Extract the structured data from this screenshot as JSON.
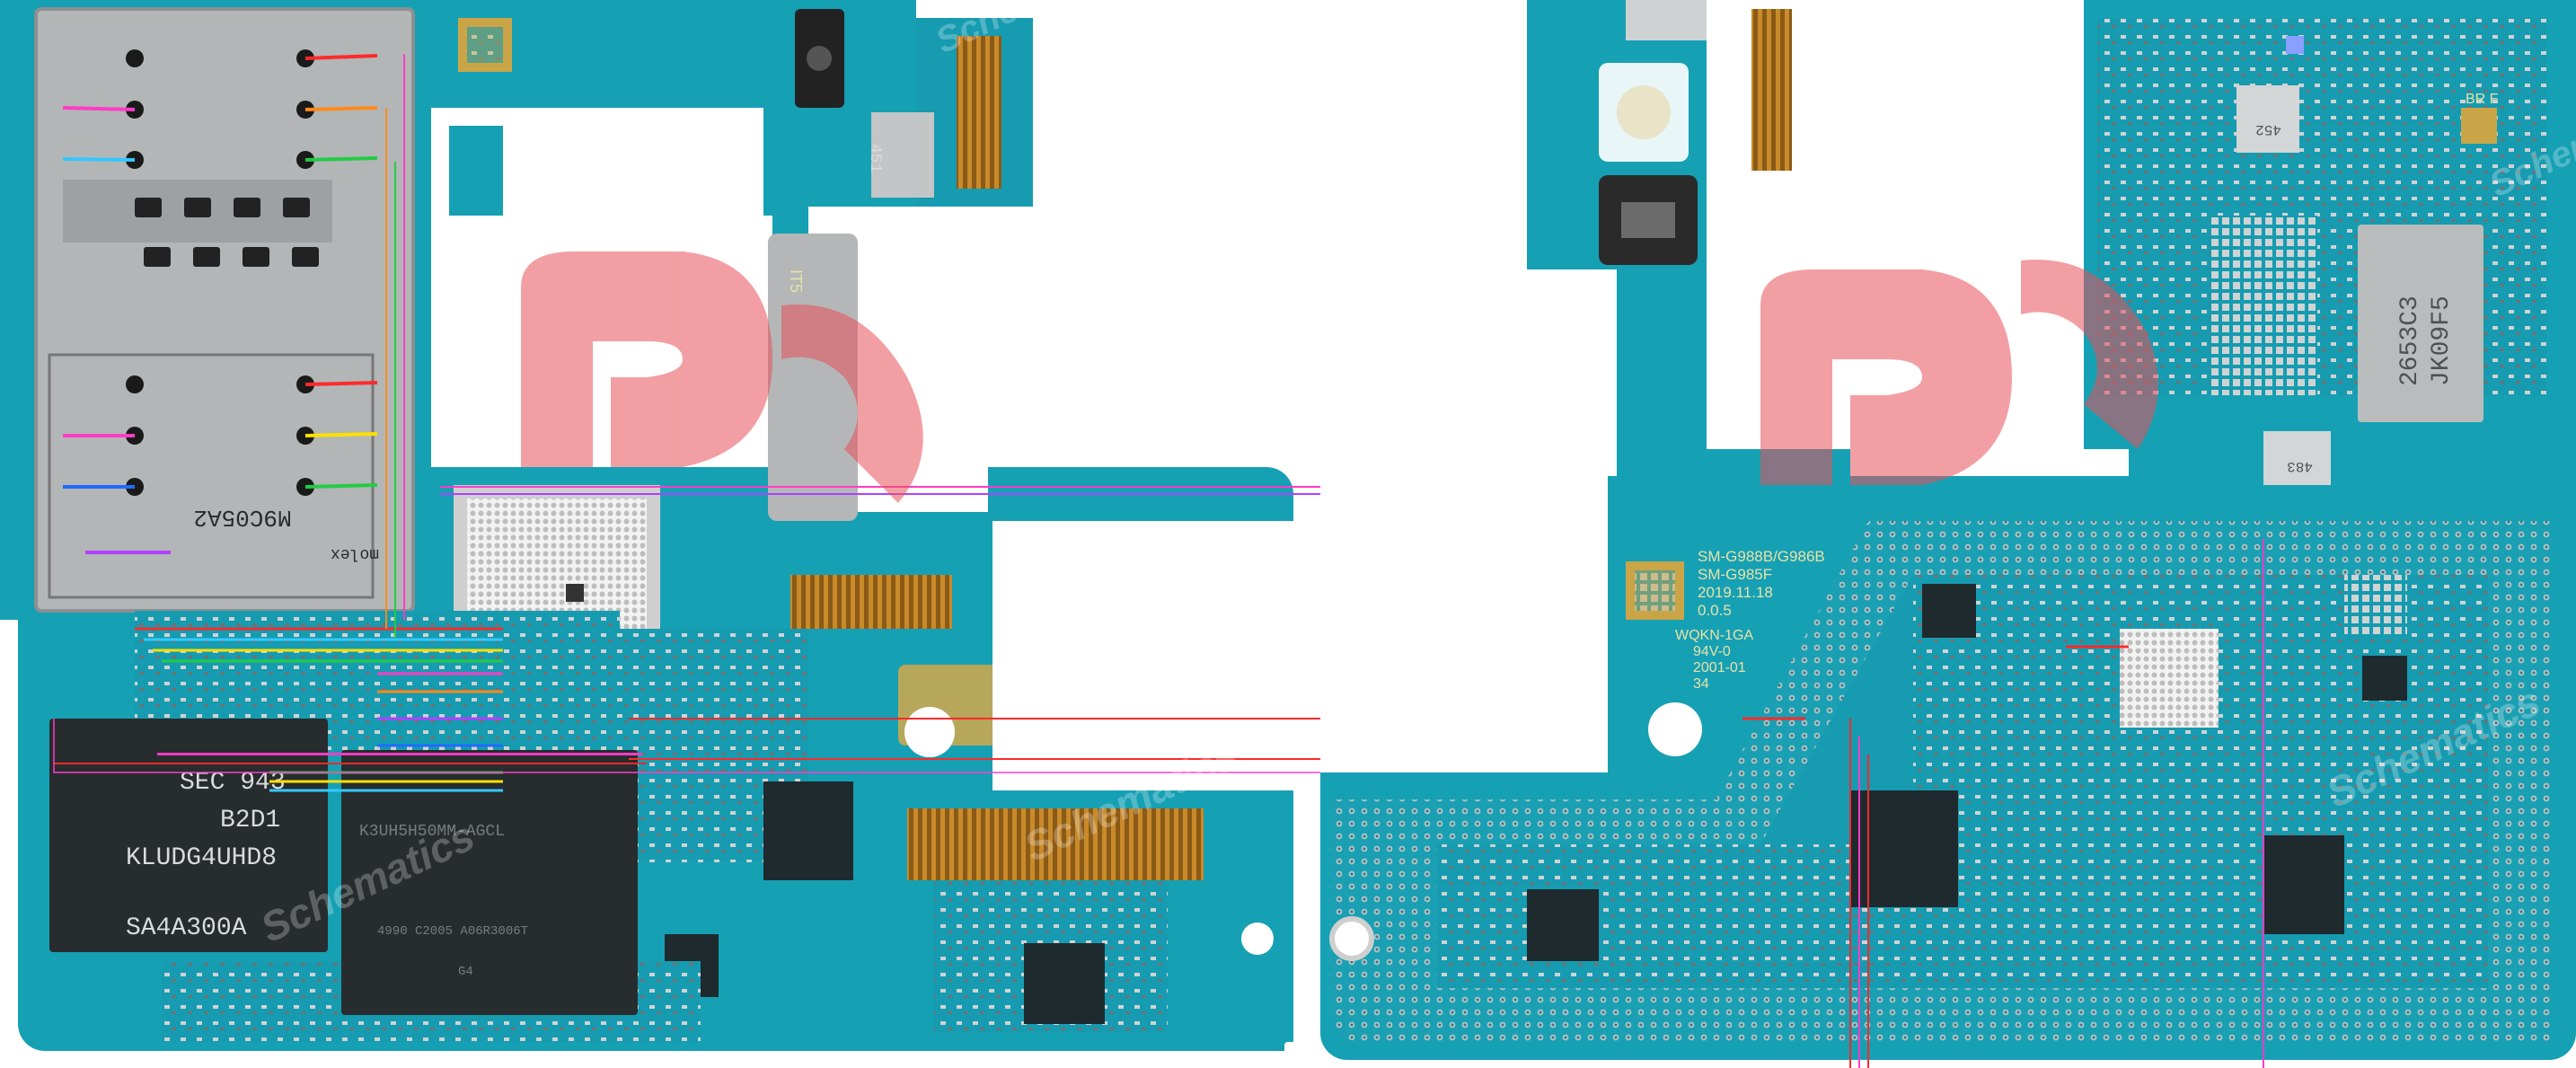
{
  "sim_tray": {
    "part_label": "M9C05A2",
    "maker": "molex"
  },
  "left_board": {
    "storage_chip": [
      "SEC 943",
      "B2D1",
      "KLUDG4UHD8",
      "SA4A300A"
    ],
    "ram_chip_code": "K3UH5H50MM-AGCL",
    "ram_chip_line2": "4990 C2005 A06R3006T",
    "ram_chip_line3": "G4"
  },
  "right_board": {
    "model_lines": [
      "SM-G988B/G986B",
      "SM-G985F",
      "2019.11.18",
      "0.0.5"
    ],
    "fab_lines": [
      "WQKN-1GA",
      "94V-0",
      "2001-01",
      "34"
    ],
    "shield_marking": [
      "2653C3",
      "JK09F5"
    ],
    "ic_452": "452",
    "ic_483": "483",
    "ic_451": "451",
    "corner_label": "BR F"
  },
  "watermark": {
    "text": "Schematics"
  },
  "colors": {
    "pcb": "#169bb0",
    "pcb_dark": "#0f7f92",
    "shield": "#b9bcbd",
    "logo_red": "#e8505a",
    "probe_red": "#ff2a2a",
    "probe_pink": "#ff3cc8",
    "probe_orange": "#ff8a1a",
    "probe_green": "#22cc44",
    "probe_cyan": "#33c8ff",
    "probe_blue": "#1e6cff",
    "probe_yellow": "#ffe000",
    "probe_purple": "#b040ff"
  }
}
